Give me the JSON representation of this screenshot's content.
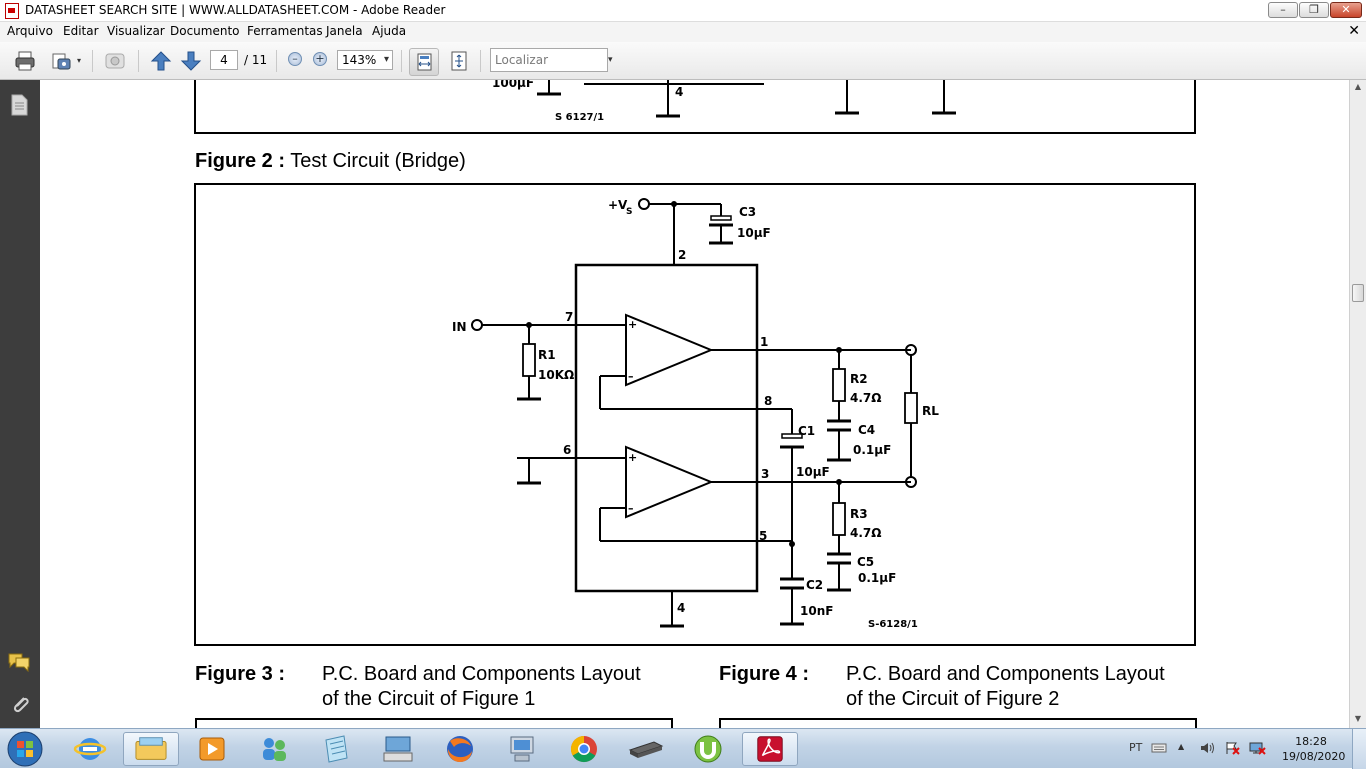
{
  "window": {
    "title": "DATASHEET SEARCH SITE | WWW.ALLDATASHEET.COM - Adobe Reader",
    "minimize_glyph": "–",
    "restore_glyph": "❐",
    "close_glyph": "✕"
  },
  "menu": {
    "items": [
      "Arquivo",
      "Editar",
      "Visualizar",
      "Documento",
      "Ferramentas",
      "Janela",
      "Ajuda"
    ],
    "close_glyph": "✕"
  },
  "toolbar": {
    "current_page": "4",
    "total_pages": "/ 11",
    "zoom": "143%",
    "find_placeholder": "Localizar",
    "icons": [
      "print-icon",
      "scan-icon",
      "hand-icon",
      "page-up-icon",
      "page-down-icon",
      "zoom-out-icon",
      "zoom-in-icon",
      "fit-width-icon",
      "fit-page-icon"
    ]
  },
  "leftnav": {
    "icons": [
      "pages-panel-icon",
      "comments-icon",
      "attachments-icon"
    ]
  },
  "document": {
    "figure1_fragment": {
      "cap_label": "100µF",
      "pin_label": "4",
      "ref": "S 6127/1"
    },
    "figure2": {
      "label": "Figure 2 :",
      "title": "Test Circuit (Bridge)",
      "labels": {
        "vs": "+V",
        "vs_sub": "S",
        "c3": "C3",
        "c3_val": "10µF",
        "pin2": "2",
        "in": "IN",
        "pin7": "7",
        "r1": "R1",
        "r1_val": "10KΩ",
        "pin1": "1",
        "r2": "R2",
        "r2_val": "4.7Ω",
        "rl": "RL",
        "pin8": "8",
        "c1": "C1",
        "c4": "C4",
        "c4_val": "0.1µF",
        "pin6": "6",
        "c1_val": "10µF",
        "pin3": "3",
        "r3": "R3",
        "r3_val": "4.7Ω",
        "pin5": "5",
        "c5": "C5",
        "c5_val": "0.1µF",
        "c2": "C2",
        "c2_val": "10nF",
        "pin4": "4",
        "ref": "S-6128/1",
        "plus": "+",
        "minus": "–"
      }
    },
    "figure3": {
      "label": "Figure 3 :",
      "line1": "P.C. Board and Components Layout",
      "line2": "of the Circuit of Figure 1"
    },
    "figure4": {
      "label": "Figure 4 :",
      "line1": "P.C. Board and Components Layout",
      "line2": "of the Circuit of Figure 2"
    }
  },
  "taskbar": {
    "apps": [
      "start-orb",
      "internet-explorer-icon",
      "file-explorer-icon",
      "media-player-icon",
      "network-users-icon",
      "notepad-icon",
      "keyboard-app-icon",
      "firefox-icon",
      "computer-icon",
      "chrome-icon",
      "scanner-icon",
      "utorrent-icon",
      "adobe-reader-icon"
    ],
    "active_app": "adobe-reader-icon",
    "tray_lang": "PT",
    "tray_arrow": "▲",
    "clock_time": "18:28",
    "clock_date": "19/08/2020"
  }
}
